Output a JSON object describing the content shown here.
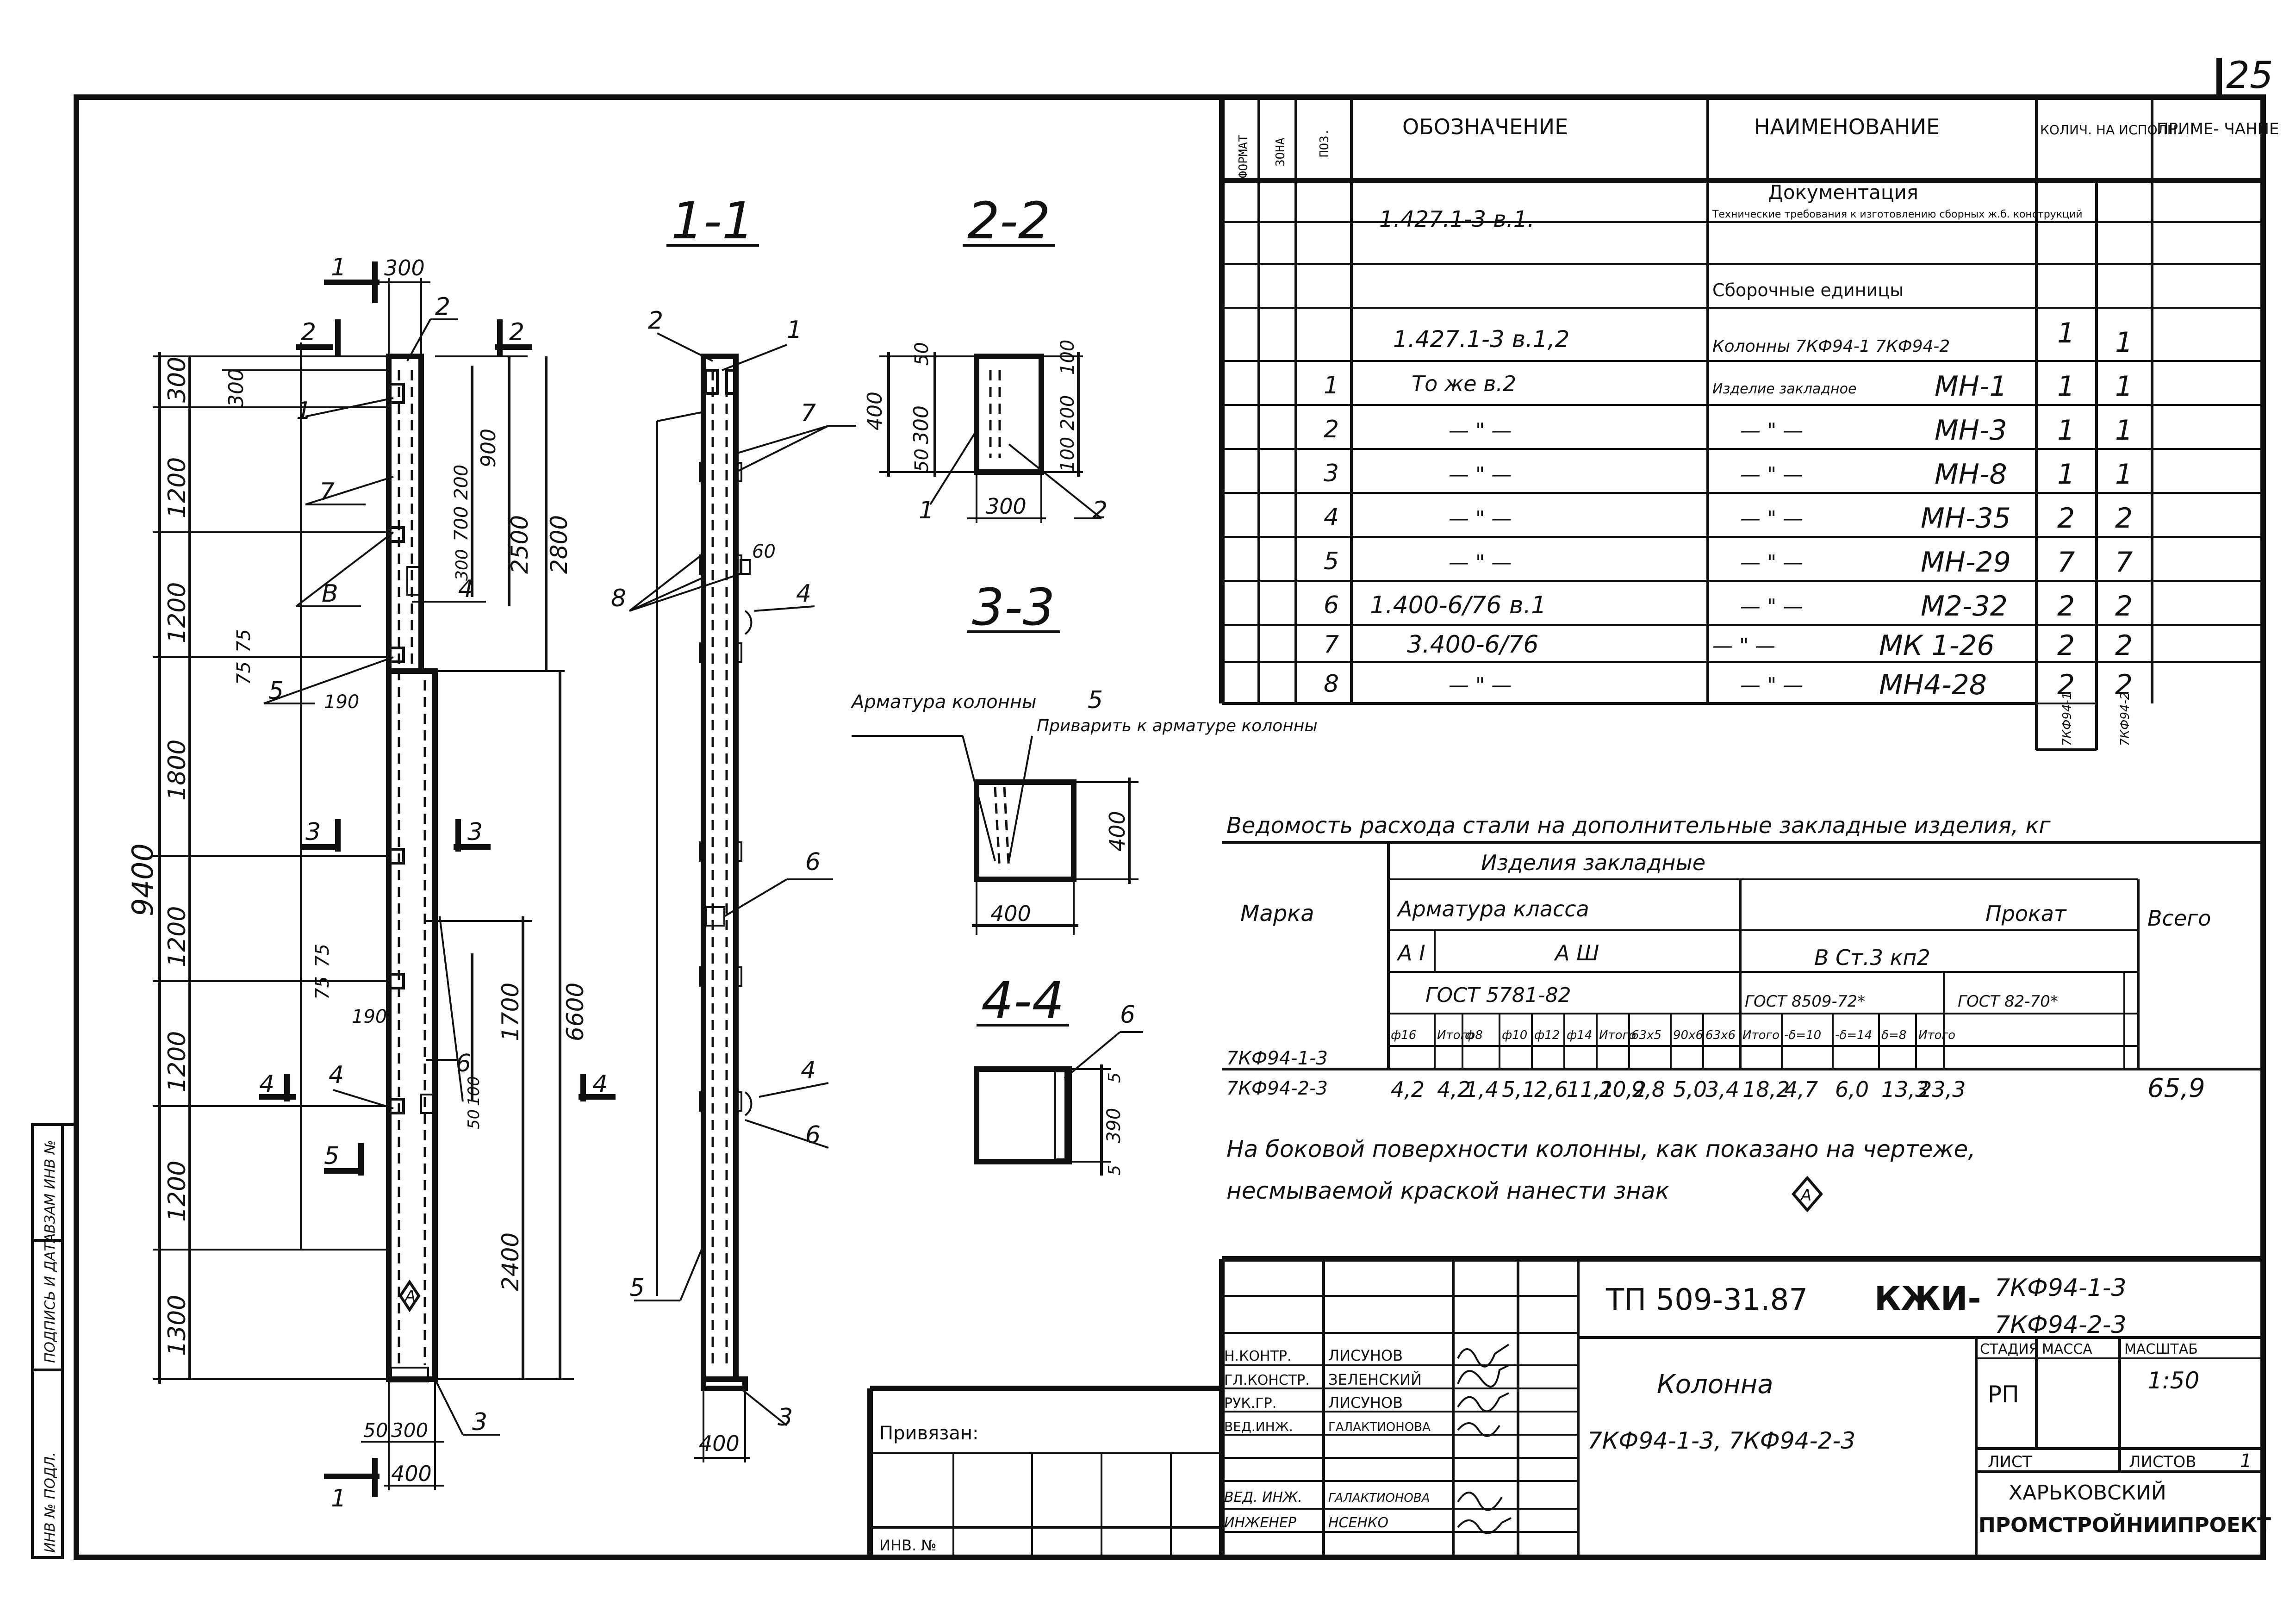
{
  "sheet": {
    "number": "25",
    "side_stamps": [
      "ИНВ № ПОДЛ.",
      "ПОДПИСЬ И ДАТА",
      "ВЗАМ ИНВ №"
    ],
    "inv_no": "ИНВ. №",
    "privyazan": "Привязан:"
  },
  "sections": {
    "s11": "1-1",
    "s22": "2-2",
    "s33": "3-3",
    "s44": "4-4"
  },
  "column_main": {
    "cut_marks": [
      "1",
      "2",
      "2",
      "3",
      "3",
      "4",
      "4",
      "5",
      "1"
    ],
    "top_width": "300",
    "bottom_width": "400",
    "bottom_dims": [
      "50",
      "300"
    ],
    "left_dims": [
      "300",
      "1200",
      "1200",
      "1800",
      "1200",
      "1200",
      "1200",
      "1300"
    ],
    "overall": "9400",
    "inner_dims": [
      "300",
      "75",
      "75",
      "190",
      "75",
      "75",
      "190"
    ],
    "right_dims": [
      "900",
      "200",
      "700",
      "300",
      "2500",
      "2800",
      "1700",
      "6600",
      "2400",
      "100",
      "50"
    ],
    "labels": [
      "1",
      "2",
      "7",
      "В",
      "4",
      "5",
      "3",
      "4",
      "5",
      "6"
    ],
    "sign": "А"
  },
  "view_11": {
    "labels": [
      "2",
      "1",
      "7",
      "8",
      "60",
      "4",
      "6",
      "4",
      "6",
      "5",
      "3"
    ],
    "bottom": "400"
  },
  "view_22": {
    "dims": [
      "400",
      "50",
      "300",
      "50",
      "100",
      "200",
      "100",
      "300"
    ],
    "labels": [
      "1",
      "2"
    ]
  },
  "view_33": {
    "label_rebar": "Арматура колонны",
    "label_weld": "Приварить к арматуре колонны",
    "num": "5",
    "dims": [
      "400",
      "400"
    ]
  },
  "view_44": {
    "num": "6",
    "dims": [
      "5",
      "390",
      "5"
    ]
  },
  "spec": {
    "headers": [
      "ФОРМАТ",
      "ЗОНА",
      "ПОЗ.",
      "ОБОЗНАЧЕНИЕ",
      "НАИМЕНОВАНИЕ",
      "КОЛИЧ. НА ИСПОЛН.",
      "ПРИМЕ- ЧАНИЕ"
    ],
    "doc_title": "Документация",
    "doc_ref": "1.427.1-3 в.1.",
    "doc_name": "Технические требования к изготовлению сборных ж.б. конструкций",
    "asm_title": "Сборочные единицы",
    "rows": [
      {
        "pos": "",
        "des": "1.427.1-3 в.1,2",
        "name": "Колонны 7КФ94-1 7КФ94-2",
        "mark": "",
        "q1": "1",
        "q2": "1"
      },
      {
        "pos": "1",
        "des": "То же в.2",
        "name": "Изделие закладное",
        "mark": "МН-1",
        "q1": "1",
        "q2": "1"
      },
      {
        "pos": "2",
        "des": "— \" —",
        "name": "— \" —",
        "mark": "МН-3",
        "q1": "1",
        "q2": "1"
      },
      {
        "pos": "3",
        "des": "— \" —",
        "name": "— \" —",
        "mark": "МН-8",
        "q1": "1",
        "q2": "1"
      },
      {
        "pos": "4",
        "des": "— \" —",
        "name": "— \" —",
        "mark": "МН-35",
        "q1": "2",
        "q2": "2"
      },
      {
        "pos": "5",
        "des": "— \" —",
        "name": "— \" —",
        "mark": "МН-29",
        "q1": "7",
        "q2": "7"
      },
      {
        "pos": "6",
        "des": "1.400-6/76 в.1",
        "name": "— \" —",
        "mark": "М2-32",
        "q1": "2",
        "q2": "2"
      },
      {
        "pos": "7",
        "des": "3.400-6/76",
        "name": "— \" —",
        "mark": "МК 1-26",
        "q1": "2",
        "q2": "2"
      },
      {
        "pos": "8",
        "des": "— \" —",
        "name": "— \" —",
        "mark": "МН4-28",
        "q1": "2",
        "q2": "2"
      }
    ],
    "exec": [
      "7КФ94-1",
      "7КФ94-2"
    ]
  },
  "steel": {
    "title": "Ведомость расхода стали на дополнительные закладные изделия, кг",
    "mark_hdr": "Марка",
    "emb_hdr": "Изделия закладные",
    "rebar_hdr": "Арматура класса",
    "rolled_hdr": "Прокат",
    "total_hdr": "Всего",
    "cls_a1": "А I",
    "cls_a3": "А Ш",
    "steel_grade": "В Ст.3 кп2",
    "gost_rebar": "ГОСТ 5781-82",
    "gost_8509": "ГОСТ 8509-72*",
    "gost_82": "ГОСТ 82-70*",
    "cols": [
      "ф16",
      "Итого",
      "ф8",
      "ф10",
      "ф12",
      "ф14",
      "Итого",
      "63х5",
      "90х6",
      "63х6",
      "Итого",
      "-δ=10",
      "-δ=14",
      "δ=8",
      "Итого"
    ],
    "marks": [
      "7КФ94-1-3",
      "7КФ94-2-3"
    ],
    "values": [
      "4,2",
      "4,2",
      "1,4",
      "5,1",
      "2,6",
      "11,1",
      "20,2",
      "9,8",
      "5,0",
      "3,4",
      "18,2",
      "4,7",
      "6,0",
      "13,3",
      "23,3"
    ],
    "total": "65,9"
  },
  "note": {
    "line1": "На боковой поверхности колонны, как показано на чертеже,",
    "line2": "несмываемой краской нанести знак",
    "sign": "А"
  },
  "title_block": {
    "code": "ТП 509-31.87",
    "kzhi": "КЖИ-",
    "marks": [
      "7КФ94-1-3",
      "7КФ94-2-3"
    ],
    "name": "Колонна",
    "name_sub": "7КФ94-1-3, 7КФ94-2-3",
    "roles": [
      "Н.КОНТР.",
      "ГЛ.КОНСТР.",
      "РУК.ГР.",
      "ВЕД.ИНЖ.",
      "ВЕД. ИНЖ.",
      "ИНЖЕНЕР"
    ],
    "people": [
      "ЛИСУНОВ",
      "ЗЕЛЕНСКИЙ",
      "ЛИСУНОВ",
      "ГАЛАКТИОНОВА",
      "ГАЛАКТИОНОВА",
      "НСЕНКО"
    ],
    "stage_hdr": "СТАДИЯ",
    "mass_hdr": "МАССА",
    "scale_hdr": "МАСШТАБ",
    "stage": "РП",
    "scale": "1:50",
    "sheet_lbl": "ЛИСТ",
    "sheets_lbl": "ЛИСТОВ",
    "sheets": "1",
    "org1": "ХАРЬКОВСКИЙ",
    "org2": "ПРОМСТРОЙНИИПРОЕКТ"
  }
}
